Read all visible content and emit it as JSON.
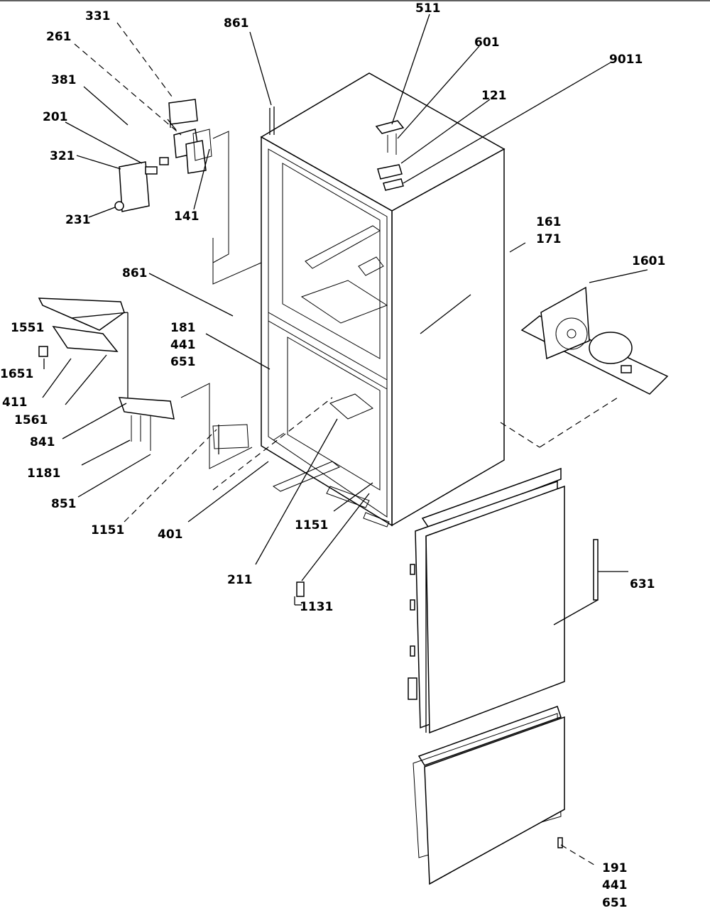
{
  "labels": {
    "l331": "331",
    "l261": "261",
    "l381": "381",
    "l201": "201",
    "l321": "321",
    "l231": "231",
    "l141": "141",
    "l861a": "861",
    "l511": "511",
    "l601": "601",
    "l121": "121",
    "l9011": "9011",
    "l161": "161",
    "l171": "171",
    "l1601": "1601",
    "l861b": "861",
    "l181": "181",
    "l441a": "441",
    "l651a": "651",
    "l1551": "1551",
    "l1651": "1651",
    "l411": "411",
    "l1561": "1561",
    "l841": "841",
    "l1181": "1181",
    "l851": "851",
    "l1151a": "1151",
    "l401": "401",
    "l1151b": "1151",
    "l211": "211",
    "l1131": "1131",
    "l631": "631",
    "l191": "191",
    "l441b": "441",
    "l651b": "651"
  }
}
